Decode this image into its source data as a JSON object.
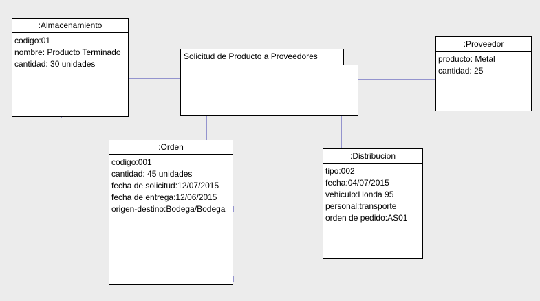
{
  "diagram": {
    "frame": {
      "title": "Solicitud de Producto a Proveedores"
    },
    "objects": {
      "almacenamiento": {
        "title": ":Almacenamiento",
        "attributes": [
          "codigo:01",
          "nombre: Producto Terminado",
          "cantidad: 30 unidades"
        ]
      },
      "proveedor": {
        "title": ":Proveedor",
        "attributes": [
          "producto: Metal",
          "cantidad: 25"
        ]
      },
      "orden": {
        "title": ":Orden",
        "attributes": [
          "codigo:001",
          "cantidad: 45 unidades",
          "fecha de solicitud:12/07/2015",
          "fecha de entrega:12/06/2015",
          "origen-destino:Bodega/Bodega"
        ]
      },
      "distribucion": {
        "title": ":Distribucion",
        "attributes": [
          "tipo:002",
          "fecha:04/07/2015",
          "vehiculo:Honda 95",
          "personal:transporte",
          "orden de pedido:AS01"
        ]
      }
    },
    "colors": {
      "connector": "#3b3bb0",
      "border": "#000000",
      "background": "#ececec",
      "box_fill": "#ffffff"
    }
  }
}
